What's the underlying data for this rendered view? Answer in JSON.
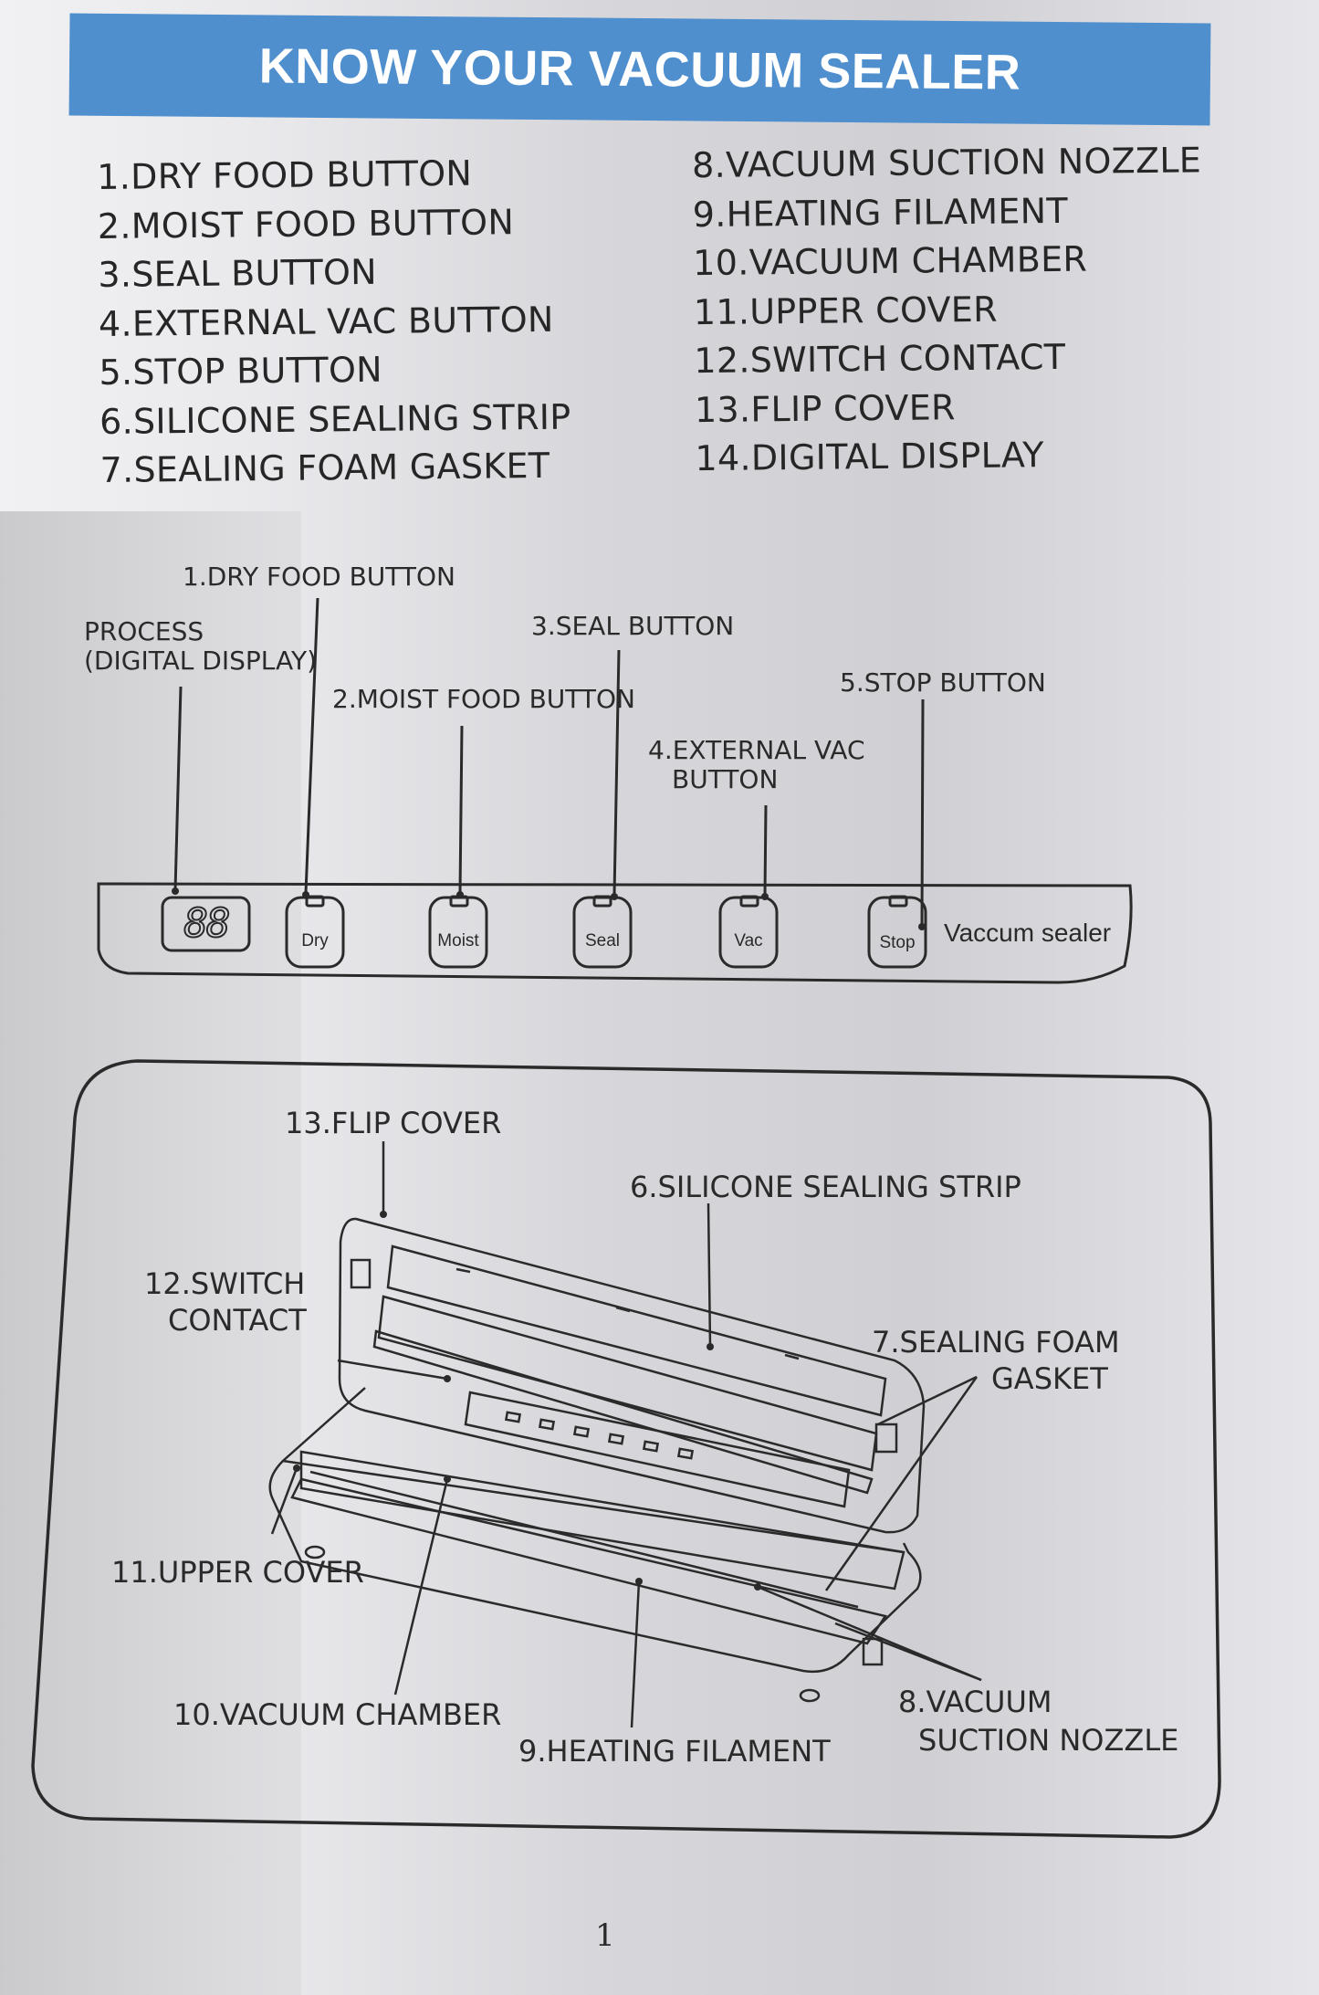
{
  "title": "KNOW YOUR VACUUM SEALER",
  "parts_left": [
    "1.DRY  FOOD  BUTTON",
    "2.MOIST FOOD BUTTON",
    "3.SEAL BUTTON",
    "4.EXTERNAL VAC  BUTTON",
    "5.STOP BUTTON",
    "6.SILICONE SEALING STRIP",
    "7.SEALING FOAM GASKET"
  ],
  "parts_right": [
    "8.VACUUM SUCTION NOZZLE",
    "9.HEATING FILAMENT",
    "10.VACUUM CHAMBER",
    "11.UPPER COVER",
    "12.SWITCH CONTACT",
    "13.FLIP COVER",
    "14.DIGITAL DISPLAY"
  ],
  "panel": {
    "labels": {
      "dry": "1.DRY  FOOD  BUTTON",
      "process_line1": "PROCESS",
      "process_line2": "(DIGITAL DISPLAY)",
      "seal": "3.SEAL BUTTON",
      "moist": "2.MOIST FOOD BUTTON",
      "stop": "5.STOP BUTTON",
      "vac_line1": "4.EXTERNAL VAC",
      "vac_line2": "BUTTON"
    },
    "display_text": "88",
    "buttons": [
      "Dry",
      "Moist",
      "Seal",
      "Vac",
      "Stop"
    ],
    "brand": "Vaccum sealer"
  },
  "machine": {
    "labels": {
      "flip_cover": "13.FLIP COVER",
      "silicone_strip": "6.SILICONE SEALING STRIP",
      "switch_line1": "12.SWITCH",
      "switch_line2": "CONTACT",
      "foam_line1": "7.SEALING FOAM",
      "foam_line2": "GASKET",
      "upper_cover": "11.UPPER COVER",
      "vacuum_chamber": "10.VACUUM CHAMBER",
      "heating_filament": "9.HEATING FILAMENT",
      "nozzle_line1": "8.VACUUM",
      "nozzle_line2": "SUCTION NOZZLE"
    }
  },
  "page_number": "1",
  "colors": {
    "title_bar": "#4f8fce",
    "ink": "#2a2a2a"
  }
}
